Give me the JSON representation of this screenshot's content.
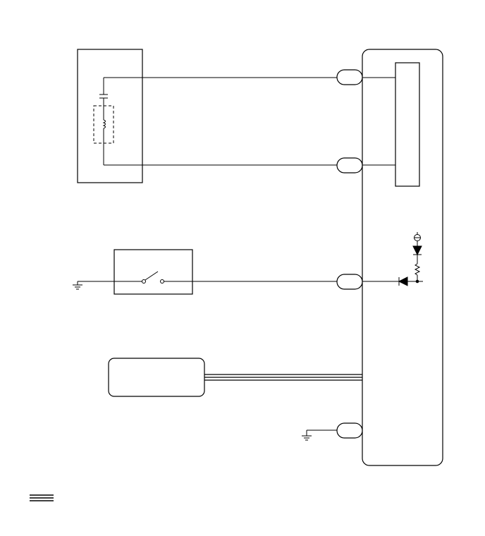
{
  "diagram": {
    "labels": {
      "transponder_key_amplifier": "",
      "unlock_warning_switch": "",
      "can_bus_unit": "",
      "ecu": "",
      "legend_can": ""
    },
    "components": [
      "transponder-key-amplifier",
      "antenna-coil",
      "unlock-warning-switch",
      "can-bus-unit",
      "ecu",
      "ecu-inner-block",
      "indicator-led-circuit"
    ],
    "connectors_count": 4,
    "colors": {
      "line": "#000000",
      "background": "#ffffff"
    }
  }
}
